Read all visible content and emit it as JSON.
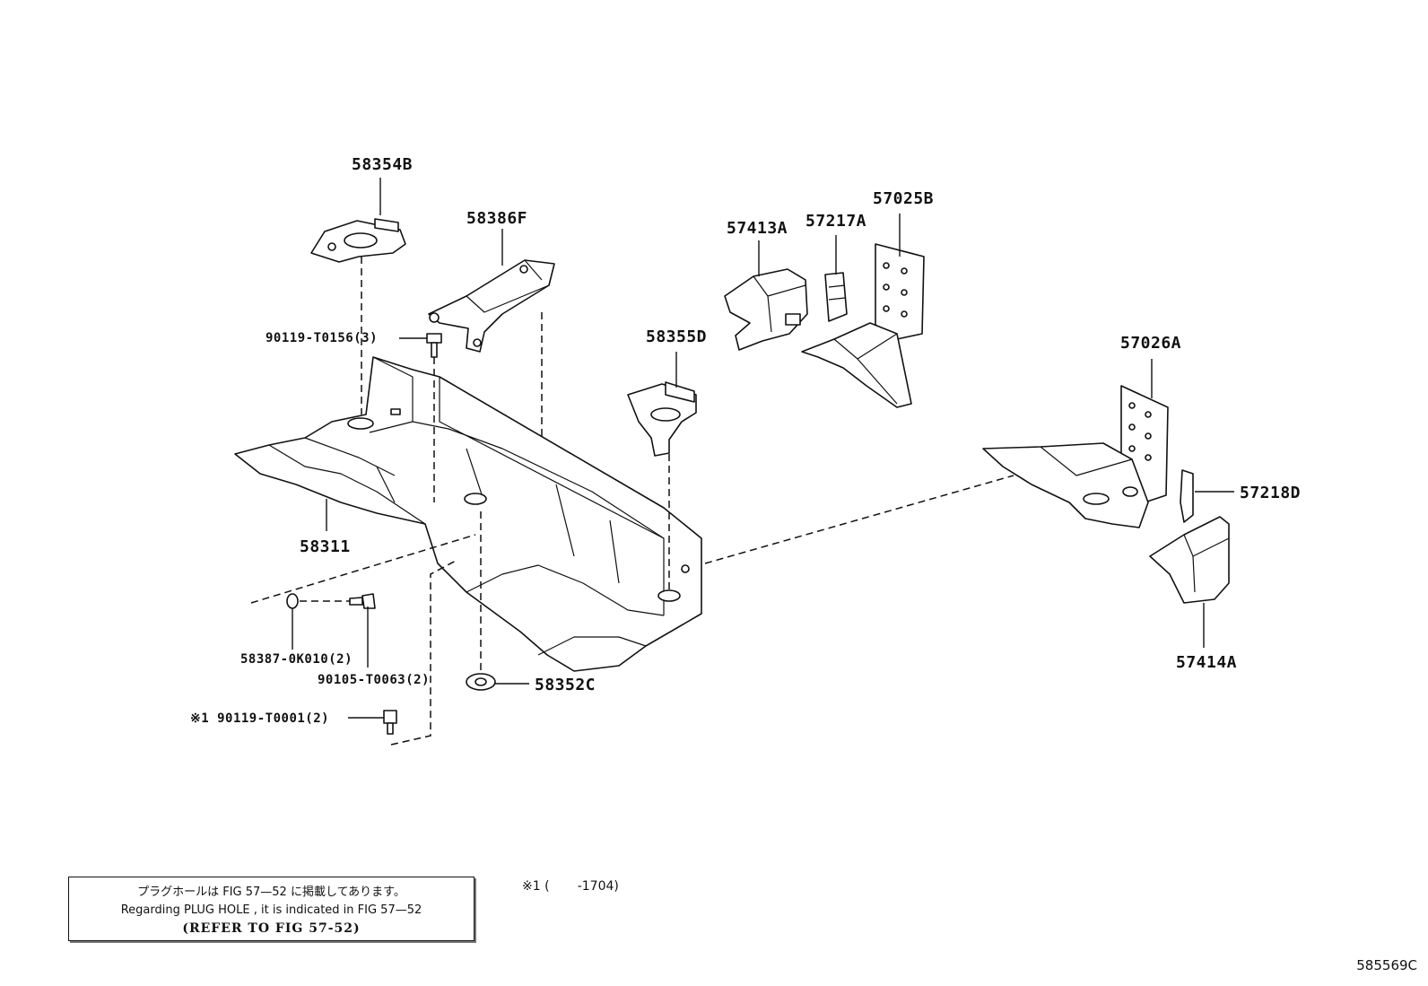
{
  "callouts": {
    "p58354B": "58354B",
    "p58386F": "58386F",
    "p90119_T0156": "90119-T0156(3)",
    "p58355D": "58355D",
    "p57413A": "57413A",
    "p57217A": "57217A",
    "p57025B": "57025B",
    "p57026A": "57026A",
    "p57218D": "57218D",
    "p58311": "58311",
    "p58387_0K010": "58387-0K010(2)",
    "p90105_T0063": "90105-T0063(2)",
    "p90119_T0001": "※1 90119-T0001(2)",
    "p58352C": "58352C",
    "p57414A": "57414A"
  },
  "note": {
    "line_jp": "プラグホールは FIG  57—52 に掲載してあります。",
    "line_en": "Regarding  PLUG  HOLE , it is indicated in  FIG  57—52",
    "line_ref": "(REFER TO FIG 57-52)"
  },
  "range_note": "※1 (       -1704)",
  "figure_id": "585569C"
}
